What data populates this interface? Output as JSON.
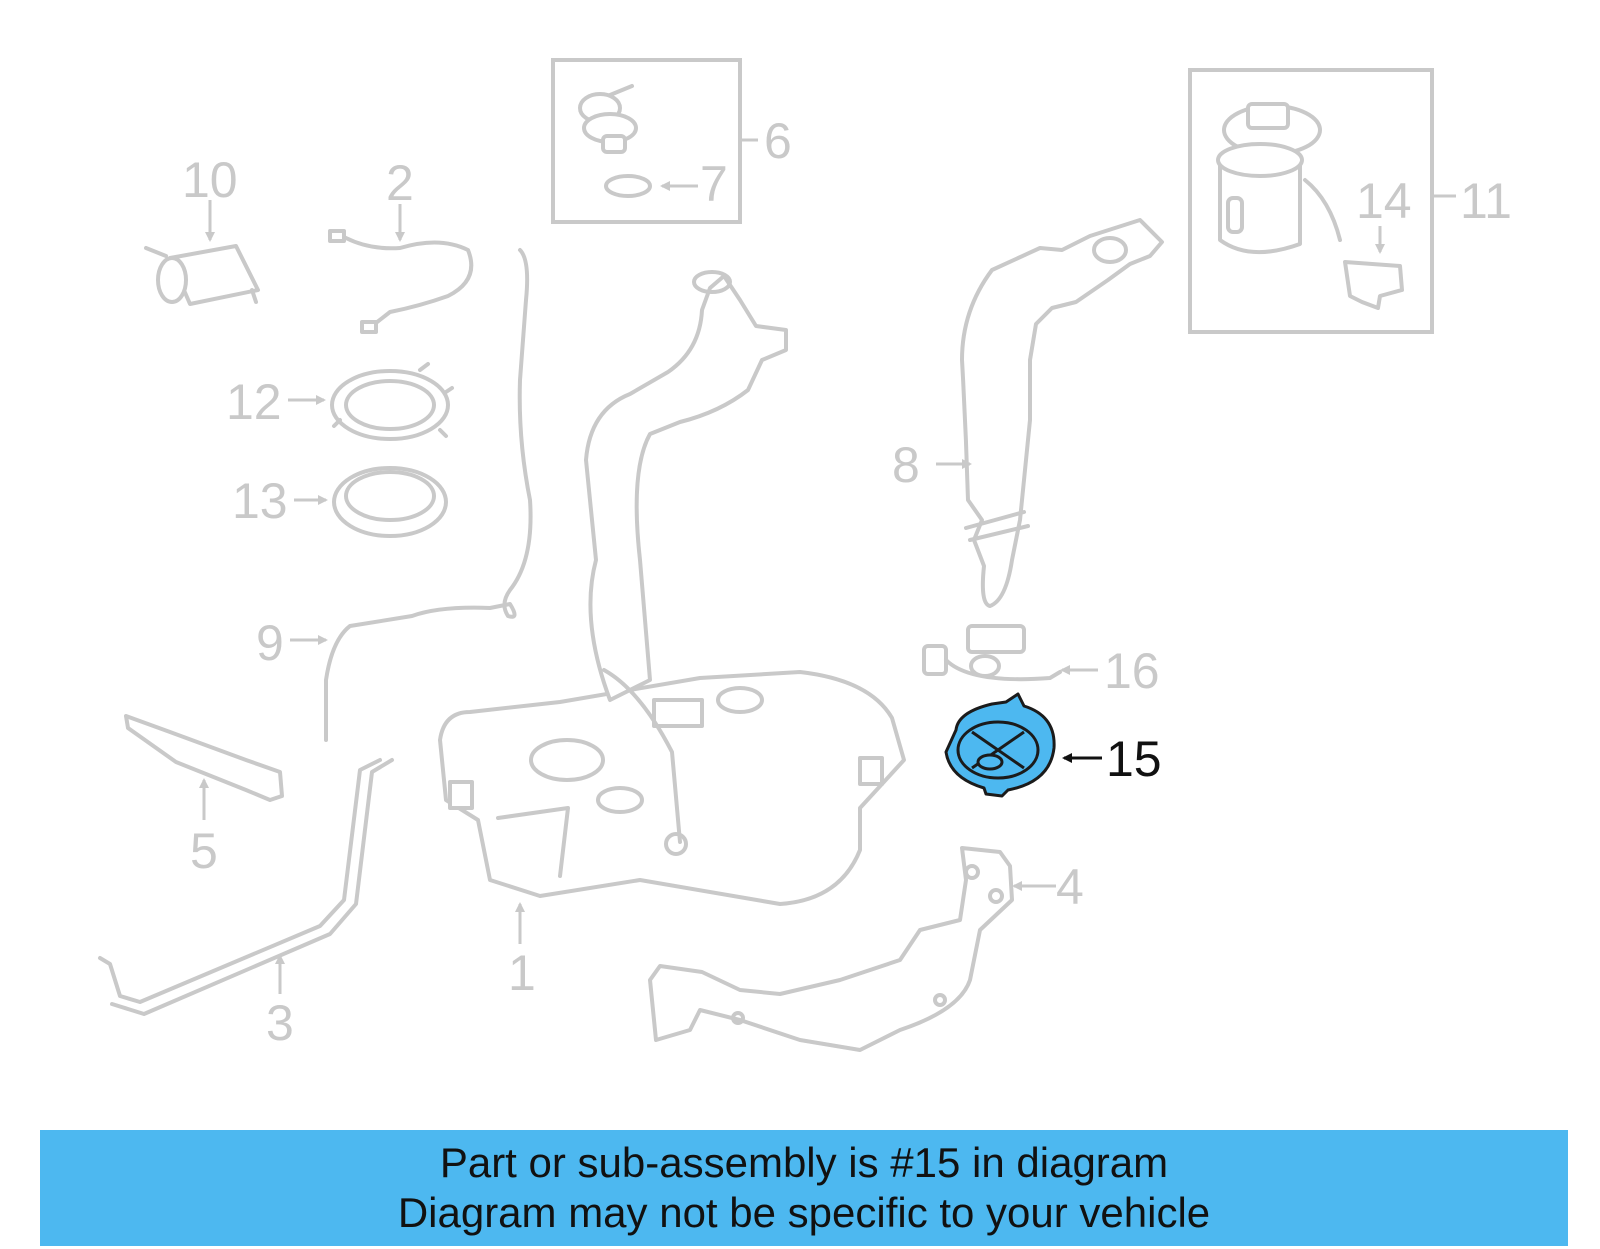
{
  "callouts": {
    "c1": "1",
    "c2": "2",
    "c3": "3",
    "c4": "4",
    "c5": "5",
    "c6": "6",
    "c7": "7",
    "c8": "8",
    "c9": "9",
    "c10": "10",
    "c11": "11",
    "c12": "12",
    "c13": "13",
    "c14": "14",
    "c15": "15",
    "c16": "16"
  },
  "highlight": {
    "part_number": "15",
    "color": "#4db8f0",
    "inactive_color": "#c9c9c9"
  },
  "banner": {
    "line1": "Part or sub-assembly is #15 in diagram",
    "line2": "Diagram may not be specific to your vehicle",
    "color": "#4db8f0"
  }
}
